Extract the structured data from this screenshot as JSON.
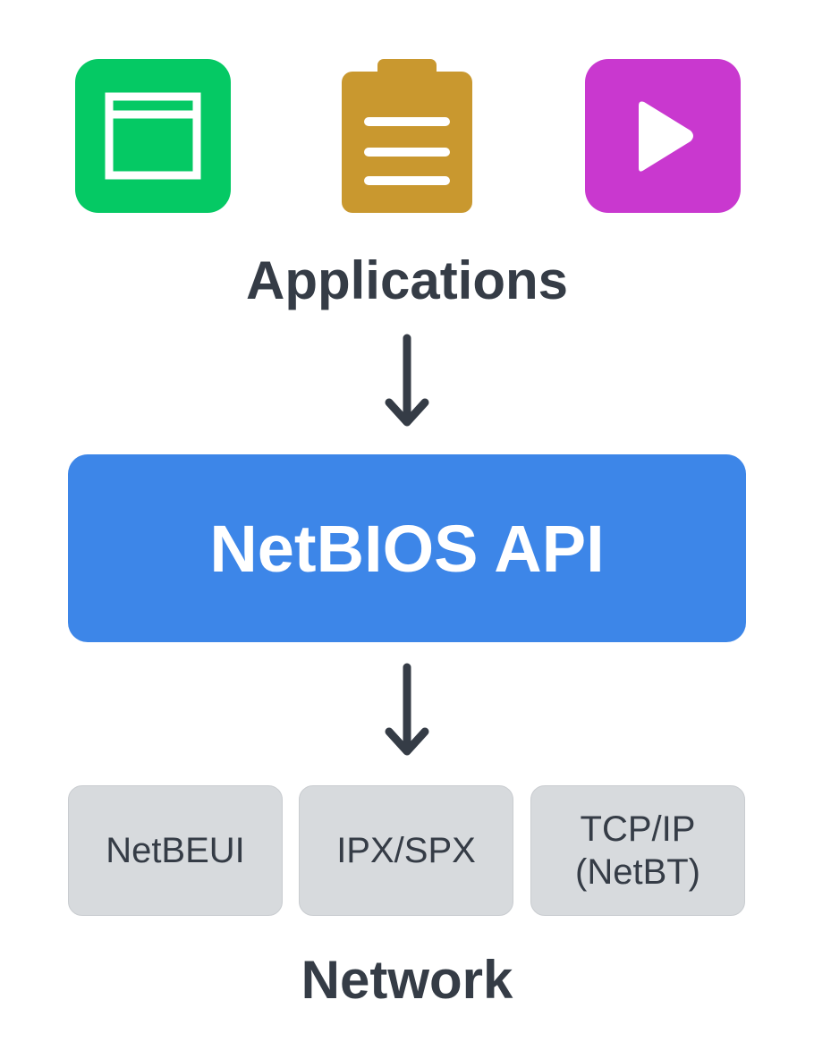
{
  "applications": {
    "label": "Applications",
    "icons": [
      {
        "name": "window-icon",
        "color": "#05c964"
      },
      {
        "name": "clipboard-icon",
        "color": "#c9982f"
      },
      {
        "name": "play-icon",
        "color": "#c938cf"
      }
    ]
  },
  "api": {
    "label": "NetBIOS API",
    "color": "#3d86e8"
  },
  "protocols": [
    {
      "line1": "NetBEUI",
      "line2": ""
    },
    {
      "line1": "IPX/SPX",
      "line2": ""
    },
    {
      "line1": "TCP/IP",
      "line2": "(NetBT)"
    }
  ],
  "network": {
    "label": "Network"
  },
  "colors": {
    "text": "#353c46",
    "protocol_box": "#d7dadd"
  }
}
